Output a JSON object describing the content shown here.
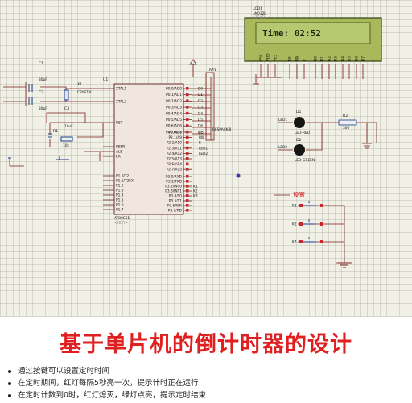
{
  "schematic": {
    "lcd": {
      "ref": "LCD1",
      "model": "LM032L",
      "hint": "<TEXT>",
      "display": "Time: 02:52",
      "pins": [
        "VSS",
        "VDD",
        "VEE",
        "RS",
        "RW",
        "E",
        "D0",
        "D1",
        "D2",
        "D3",
        "D4",
        "D5",
        "D6",
        "D7"
      ]
    },
    "rp1": {
      "ref": "RP1",
      "model": "RESPACK-8"
    },
    "mcu": {
      "ref": "U1",
      "model": "AT89C51",
      "hint": "<TEXT>",
      "left_pins": [
        "XTAL1",
        "XTAL2",
        "RST",
        "PSEN",
        "ALE",
        "EA",
        "P1.0/T2",
        "P1.1/T2EX",
        "P1.2",
        "P1.3",
        "P1.4",
        "P1.5",
        "P1.6",
        "P1.7"
      ],
      "right_pins": [
        "P0.0/AD0",
        "P0.1/AD1",
        "P0.2/AD2",
        "P0.3/AD3",
        "P0.4/AD4",
        "P0.5/AD5",
        "P0.6/AD6",
        "P0.7/AD7",
        "P2.0/A8",
        "P2.1/A9",
        "P2.2/A10",
        "P2.3/A11",
        "P2.4/A12",
        "P2.5/A13",
        "P2.6/A14",
        "P2.7/A15",
        "P3.0/RXD",
        "P3.1/TXD",
        "P3.2/INT0",
        "P3.3/INT1",
        "P3.4/T0",
        "P3.5/T1",
        "P3.6/WR",
        "P3.7/RD"
      ]
    },
    "p0_nets": [
      "D0",
      "D1",
      "D2",
      "D3",
      "D4",
      "D5",
      "D6",
      "D7"
    ],
    "p2_nets": [
      "RS",
      "RW",
      "E",
      "LED1",
      "LED2"
    ],
    "p3_nets": [
      "K1",
      "K2",
      "K3"
    ],
    "components": {
      "c1": {
        "ref": "C1",
        "value": "30pF"
      },
      "c2": {
        "ref": "C2",
        "value": "30pF"
      },
      "x1": {
        "ref": "X1",
        "value": "CRYSTAL"
      },
      "c3": {
        "ref": "C3",
        "value": "10uF"
      },
      "r1": {
        "ref": "R1",
        "value": "10k"
      },
      "d1": {
        "ref": "D1",
        "model": "LED-RED",
        "net": "LED1"
      },
      "d2": {
        "ref": "D2",
        "model": "LED-GREEN",
        "net": "LED2"
      },
      "r2": {
        "ref": "R2",
        "value": "300"
      }
    },
    "setting_label": "设置",
    "keys": [
      "K1",
      "K2",
      "K3"
    ]
  },
  "caption": {
    "title": "基于单片机的倒计时器的设计",
    "bullets": [
      "通过按键可以设置定时时间",
      "在定时期间，红灯每隔5秒亮一次，提示计时正在运行",
      "在定时计数到0时，红灯熄灭，绿灯点亮，提示定时结束"
    ]
  }
}
